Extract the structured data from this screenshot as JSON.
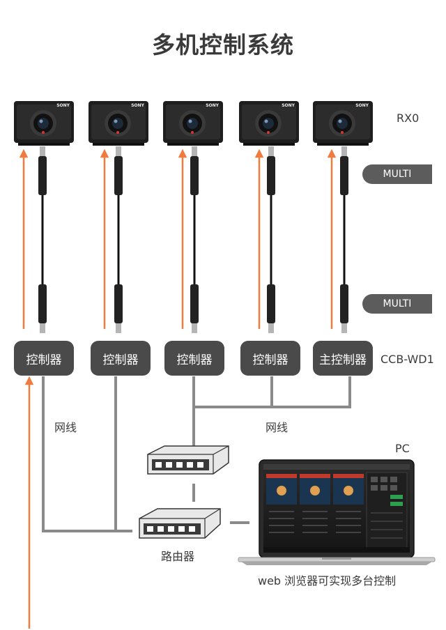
{
  "title": "多机控制系统",
  "labels": {
    "camera_model": "RX0",
    "controller_model": "CCB-WD1",
    "network_cable_left": "网线",
    "network_cable_right": "网线",
    "router": "路由器",
    "pc": "PC",
    "web_caption": "web 浏览器可实现多台控制",
    "multi_top": "MULTI",
    "multi_bottom": "MULTI"
  },
  "controllers": [
    {
      "label": "控制器"
    },
    {
      "label": "控制器"
    },
    {
      "label": "控制器"
    },
    {
      "label": "控制器"
    },
    {
      "label": "主控制器"
    }
  ],
  "camera_brand": "SONY",
  "colors": {
    "arrow": "#f07b3f",
    "cable": "#8a8a8a",
    "controller_bg": "#4a4a4a",
    "multi_bg": "#5c5c5c",
    "camera_body": "#1e1e1e"
  }
}
